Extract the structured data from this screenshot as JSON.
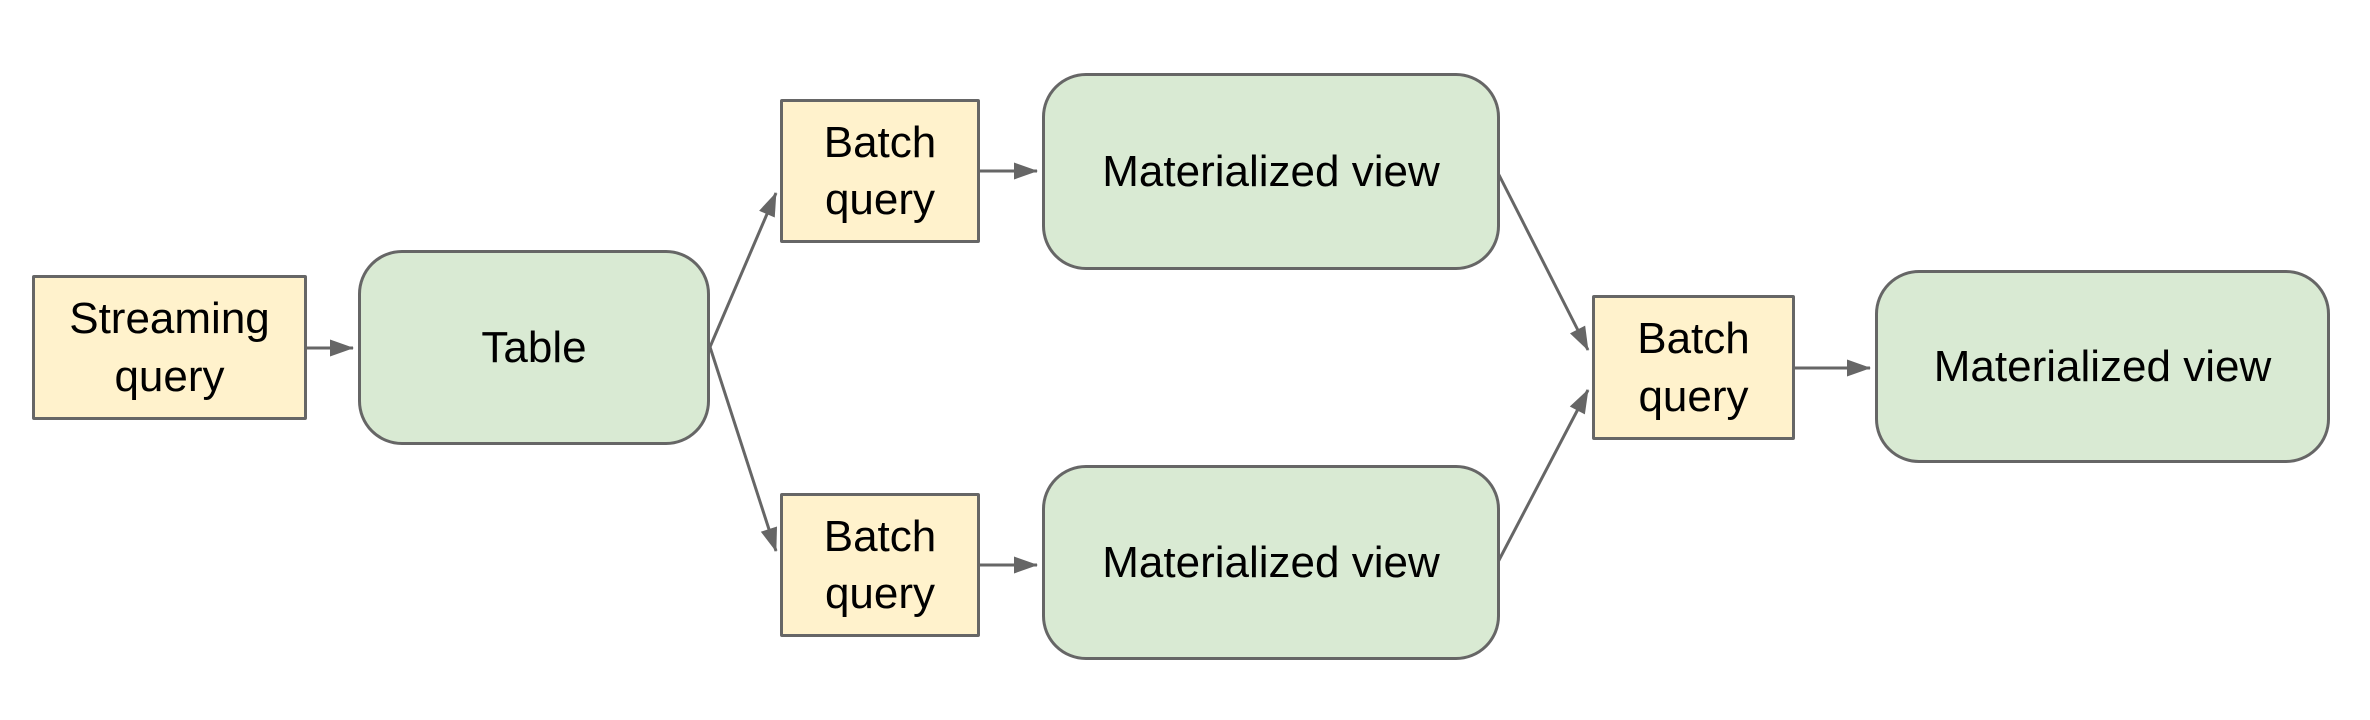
{
  "diagram": {
    "type": "flowchart",
    "background": "#ffffff",
    "colors": {
      "query_node_fill": "#fff2cc",
      "view_node_fill": "#d9ead3",
      "node_border": "#666666",
      "arrow": "#666666",
      "text": "#000000"
    },
    "nodes": [
      {
        "id": "streaming-query",
        "label": "Streaming query",
        "shape": "rectangle",
        "fill": "#fff2cc"
      },
      {
        "id": "table",
        "label": "Table",
        "shape": "rounded-rectangle",
        "fill": "#d9ead3"
      },
      {
        "id": "batch-query-top",
        "label": "Batch query",
        "shape": "rectangle",
        "fill": "#fff2cc"
      },
      {
        "id": "materialized-view-top",
        "label": "Materialized view",
        "shape": "rounded-rectangle",
        "fill": "#d9ead3"
      },
      {
        "id": "batch-query-bottom",
        "label": "Batch query",
        "shape": "rectangle",
        "fill": "#fff2cc"
      },
      {
        "id": "materialized-view-bottom",
        "label": "Materialized view",
        "shape": "rounded-rectangle",
        "fill": "#d9ead3"
      },
      {
        "id": "batch-query-right",
        "label": "Batch query",
        "shape": "rectangle",
        "fill": "#fff2cc"
      },
      {
        "id": "materialized-view-right",
        "label": "Materialized view",
        "shape": "rounded-rectangle",
        "fill": "#d9ead3"
      }
    ],
    "edges": [
      {
        "from": "streaming-query",
        "to": "table"
      },
      {
        "from": "table",
        "to": "batch-query-top"
      },
      {
        "from": "table",
        "to": "batch-query-bottom"
      },
      {
        "from": "batch-query-top",
        "to": "materialized-view-top"
      },
      {
        "from": "batch-query-bottom",
        "to": "materialized-view-bottom"
      },
      {
        "from": "materialized-view-top",
        "to": "batch-query-right"
      },
      {
        "from": "materialized-view-bottom",
        "to": "batch-query-right"
      },
      {
        "from": "batch-query-right",
        "to": "materialized-view-right"
      }
    ]
  }
}
